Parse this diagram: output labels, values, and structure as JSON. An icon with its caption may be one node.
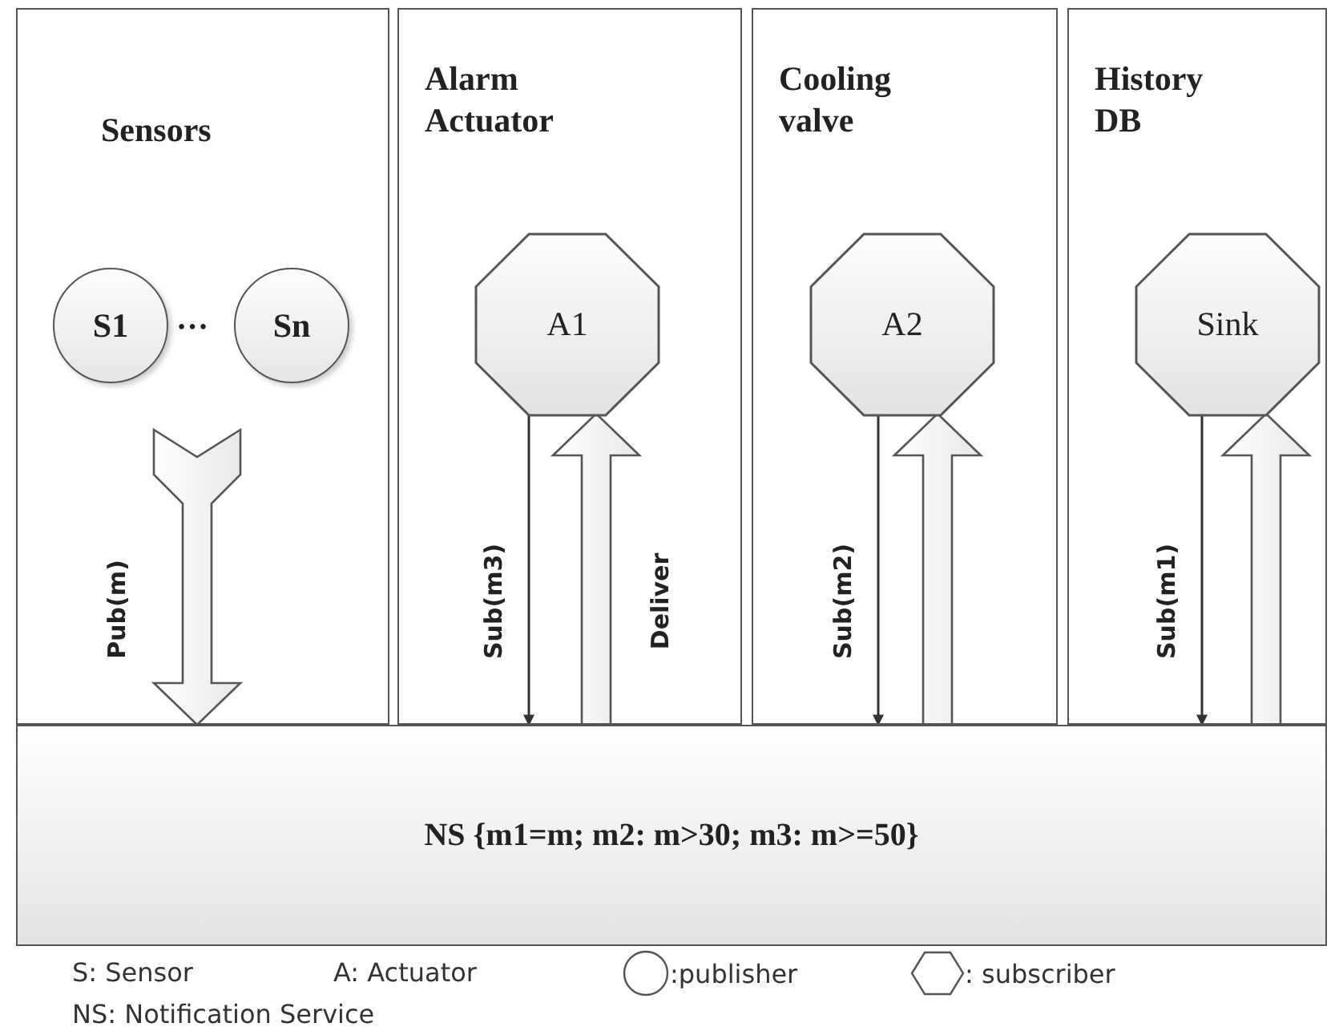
{
  "diagram": {
    "nodes": [
      {
        "text": [
          "Sensors"
        ]
      },
      {
        "text": [
          "Alarm Actuator"
        ]
      },
      {
        "text": [
          "Cooling valve"
        ]
      },
      {
        "text": [
          "History DB"
        ]
      },
      {
        "text": [
          "S1"
        ],
        "in": 0
      },
      {
        "text": [
          "Sn"
        ],
        "in": 0
      },
      {
        "text": [
          "A1"
        ],
        "in": 1
      },
      {
        "text": [
          "A2"
        ],
        "in": 2
      },
      {
        "text": [
          "Sink"
        ],
        "in": 3
      },
      {
        "text": [
          "NS {m1=m; m2: m>30; m3: m>=50}"
        ]
      }
    ],
    "edges": [
      {
        "from": null,
        "to": 9,
        "arrow": "to",
        "label": "Pub(m)",
        "style": "thick"
      },
      {
        "from": 6,
        "to": 9,
        "arrow": "to",
        "label": "Sub(m3)"
      },
      {
        "from": 9,
        "to": 6,
        "arrow": "to",
        "label": "Deliver",
        "style": "thick"
      },
      {
        "from": 7,
        "to": 9,
        "arrow": "to",
        "label": "Sub(m2)"
      },
      {
        "from": 9,
        "to": 7,
        "arrow": "to",
        "style": "thick"
      },
      {
        "from": 8,
        "to": 9,
        "arrow": "to",
        "label": "Sub(m1)"
      },
      {
        "from": 9,
        "to": 8,
        "arrow": "to",
        "style": "thick"
      }
    ],
    "labels": [
      "…",
      "S: Sensor",
      "A: Actuator",
      "NS: Notification Service"
    ],
    "legend": [
      {
        "text": ":publisher"
      },
      {
        "text": ": subscriber"
      }
    ]
  }
}
